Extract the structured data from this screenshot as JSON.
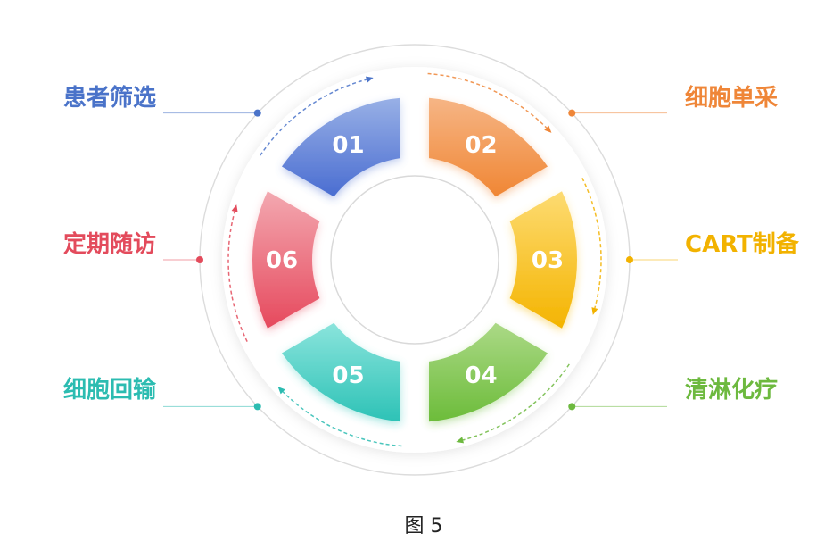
{
  "steps": [
    {
      "number": "01",
      "label": "患者筛选",
      "color": "#4a73c9",
      "gradient_top": "#98b0e6",
      "gradient_bottom": "#4a6dd1"
    },
    {
      "number": "02",
      "label": "细胞单采",
      "color": "#ef8638",
      "gradient_top": "#f6b585",
      "gradient_bottom": "#f08634"
    },
    {
      "number": "03",
      "label": "CART制备",
      "color": "#f2b200",
      "gradient_top": "#fddb72",
      "gradient_bottom": "#f4b400"
    },
    {
      "number": "04",
      "label": "清淋化疗",
      "color": "#6db93f",
      "gradient_top": "#abd986",
      "gradient_bottom": "#6cbc3a"
    },
    {
      "number": "05",
      "label": "细胞回输",
      "color": "#2cbcb1",
      "gradient_top": "#8ae4dc",
      "gradient_bottom": "#2dc2b6"
    },
    {
      "number": "06",
      "label": "定期随访",
      "color": "#e34b5c",
      "gradient_top": "#f3a8b0",
      "gradient_bottom": "#e6495d"
    }
  ],
  "caption": "图 5"
}
